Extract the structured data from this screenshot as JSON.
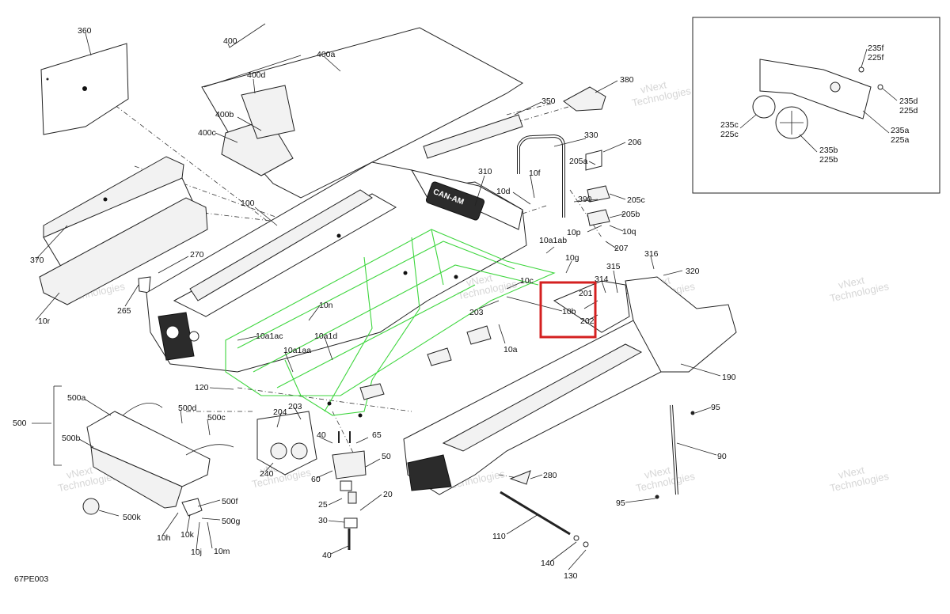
{
  "diagram_code": "67PE003",
  "labels": [
    {
      "id": "360",
      "text": "360"
    },
    {
      "id": "400",
      "text": "400"
    },
    {
      "id": "400a",
      "text": "400a"
    },
    {
      "id": "400d",
      "text": "400d"
    },
    {
      "id": "400b",
      "text": "400b"
    },
    {
      "id": "400c",
      "text": "400c"
    },
    {
      "id": "370",
      "text": "370"
    },
    {
      "id": "10r",
      "text": "10r"
    },
    {
      "id": "265",
      "text": "265"
    },
    {
      "id": "270",
      "text": "270"
    },
    {
      "id": "100",
      "text": "100"
    },
    {
      "id": "380",
      "text": "380"
    },
    {
      "id": "350",
      "text": "350"
    },
    {
      "id": "330",
      "text": "330"
    },
    {
      "id": "206",
      "text": "206"
    },
    {
      "id": "205a",
      "text": "205a"
    },
    {
      "id": "10f",
      "text": "10f"
    },
    {
      "id": "10d",
      "text": "10d"
    },
    {
      "id": "390",
      "text": "390"
    },
    {
      "id": "205c",
      "text": "205c"
    },
    {
      "id": "205b",
      "text": "205b"
    },
    {
      "id": "10q",
      "text": "10q"
    },
    {
      "id": "10p",
      "text": "10p"
    },
    {
      "id": "207",
      "text": "207"
    },
    {
      "id": "310",
      "text": "310"
    },
    {
      "id": "10a1ab",
      "text": "10a1ab"
    },
    {
      "id": "10g",
      "text": "10g"
    },
    {
      "id": "315",
      "text": "315"
    },
    {
      "id": "316",
      "text": "316"
    },
    {
      "id": "320",
      "text": "320"
    },
    {
      "id": "314",
      "text": "314"
    },
    {
      "id": "10c",
      "text": "10c"
    },
    {
      "id": "201",
      "text": "201"
    },
    {
      "id": "10b",
      "text": "10b"
    },
    {
      "id": "202",
      "text": "202"
    },
    {
      "id": "203a",
      "text": "203"
    },
    {
      "id": "10a",
      "text": "10a"
    },
    {
      "id": "10n",
      "text": "10n"
    },
    {
      "id": "10a1ac",
      "text": "10a1ac"
    },
    {
      "id": "10a1d",
      "text": "10a1d"
    },
    {
      "id": "10a1aa",
      "text": "10a1aa"
    },
    {
      "id": "120",
      "text": "120"
    },
    {
      "id": "190",
      "text": "190"
    },
    {
      "id": "95a",
      "text": "95"
    },
    {
      "id": "90",
      "text": "90"
    },
    {
      "id": "95b",
      "text": "95"
    },
    {
      "id": "280",
      "text": "280"
    },
    {
      "id": "110",
      "text": "110"
    },
    {
      "id": "140",
      "text": "140"
    },
    {
      "id": "130",
      "text": "130"
    },
    {
      "id": "500",
      "text": "500"
    },
    {
      "id": "500a",
      "text": "500a"
    },
    {
      "id": "500d",
      "text": "500d"
    },
    {
      "id": "500c",
      "text": "500c"
    },
    {
      "id": "500b",
      "text": "500b"
    },
    {
      "id": "500f",
      "text": "500f"
    },
    {
      "id": "500g",
      "text": "500g"
    },
    {
      "id": "500k",
      "text": "500k"
    },
    {
      "id": "10h",
      "text": "10h"
    },
    {
      "id": "10k",
      "text": "10k"
    },
    {
      "id": "10j",
      "text": "10j"
    },
    {
      "id": "10m",
      "text": "10m"
    },
    {
      "id": "204",
      "text": "204"
    },
    {
      "id": "203b",
      "text": "203"
    },
    {
      "id": "240",
      "text": "240"
    },
    {
      "id": "40a",
      "text": "40"
    },
    {
      "id": "65",
      "text": "65"
    },
    {
      "id": "60",
      "text": "60"
    },
    {
      "id": "50",
      "text": "50"
    },
    {
      "id": "25",
      "text": "25"
    },
    {
      "id": "20",
      "text": "20"
    },
    {
      "id": "30",
      "text": "30"
    },
    {
      "id": "40b",
      "text": "40"
    },
    {
      "id": "235f",
      "text": "235f"
    },
    {
      "id": "225f",
      "text": "225f"
    },
    {
      "id": "235d",
      "text": "235d"
    },
    {
      "id": "225d",
      "text": "225d"
    },
    {
      "id": "235c",
      "text": "235c"
    },
    {
      "id": "225c",
      "text": "225c"
    },
    {
      "id": "235a",
      "text": "235a"
    },
    {
      "id": "225a",
      "text": "225a"
    },
    {
      "id": "235b",
      "text": "235b"
    },
    {
      "id": "225b",
      "text": "225b"
    }
  ],
  "logo_text": "CAN-AM",
  "watermark": {
    "line1": "vNext",
    "line2": "Technologies"
  },
  "colors": {
    "highlight": "#d42020",
    "accent_green": "#3ed63e",
    "line": "#222222"
  }
}
